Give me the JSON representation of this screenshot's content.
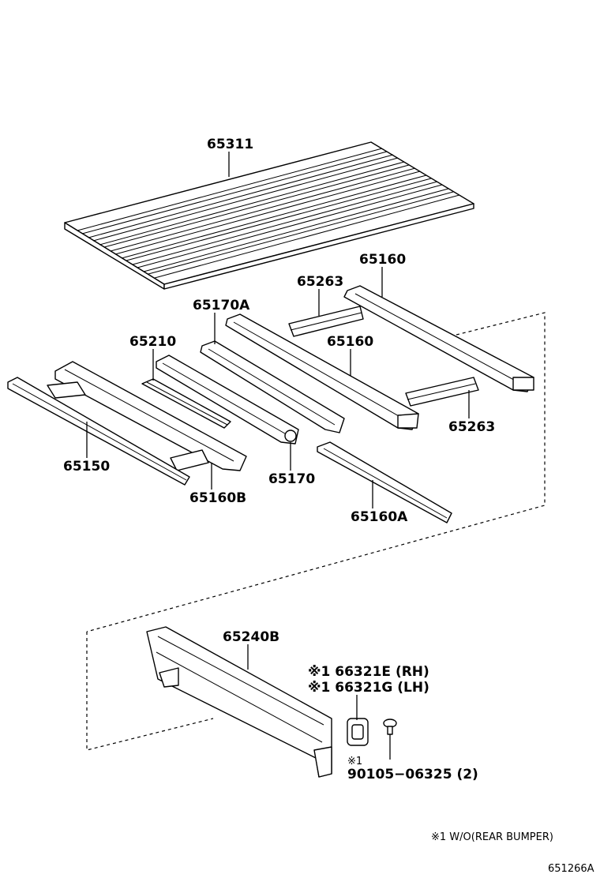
{
  "parts": {
    "p65311": "65311",
    "p65160_top": "65160",
    "p65263_top": "65263",
    "p65170A": "65170A",
    "p65210": "65210",
    "p65160_mid": "65160",
    "p65263_right": "65263",
    "p65150": "65150",
    "p65160B": "65160B",
    "p65170": "65170",
    "p65160A": "65160A",
    "p65240B": "65240B",
    "p66321E": "※1 66321E (RH)",
    "p66321G": "※1 66321G (LH)",
    "p90105_mark": "※1",
    "p90105": "90105−06325 (2)"
  },
  "footnote": "※1 W/O(REAR BUMPER)",
  "diagram_code": "651266A"
}
